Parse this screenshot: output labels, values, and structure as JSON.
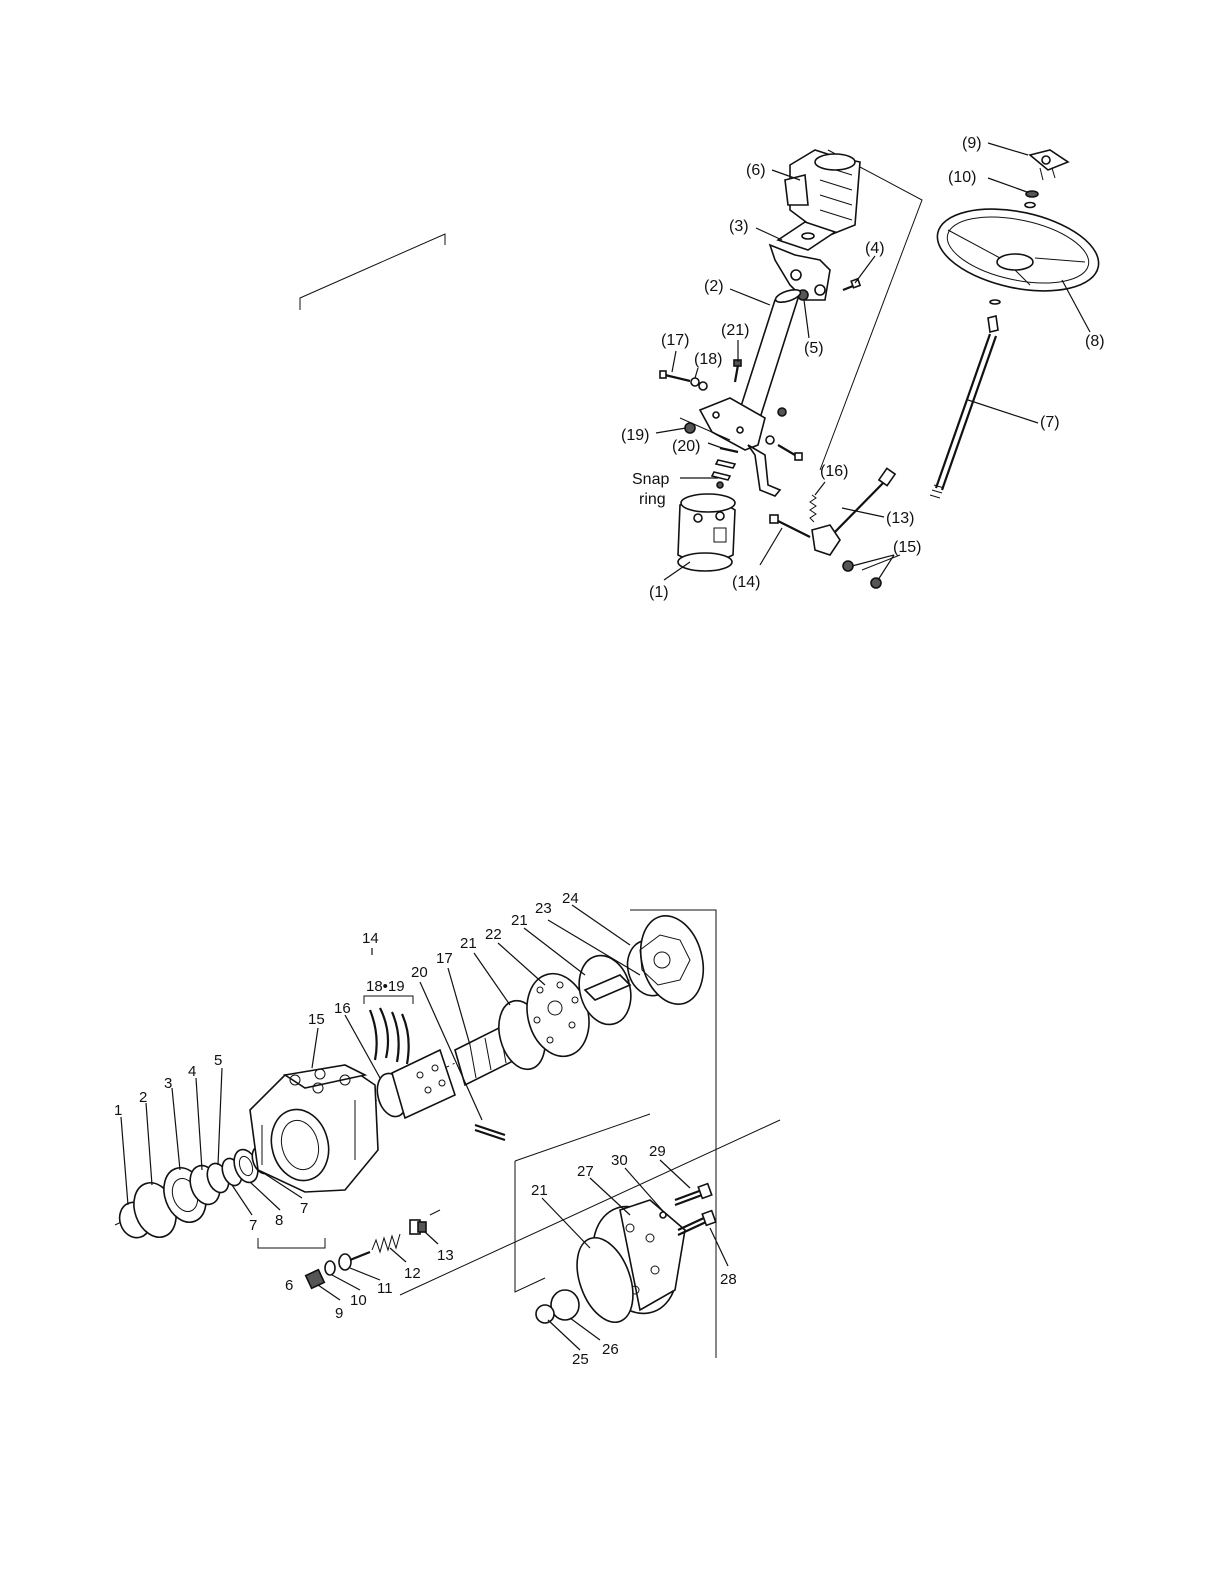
{
  "upper_diagram": {
    "labels": [
      "(9)",
      "(10)",
      "(6)",
      "(3)",
      "(4)",
      "(2)",
      "(5)",
      "(8)",
      "(17)",
      "(21)",
      "(18)",
      "(7)",
      "(19)",
      "(20)",
      "Snap",
      "ring",
      "(16)",
      "(13)",
      "(15)",
      "(1)",
      "(14)"
    ]
  },
  "lower_diagram": {
    "labels": [
      "14",
      "24",
      "23",
      "21",
      "22",
      "21",
      "17",
      "20",
      "18•19",
      "16",
      "15",
      "5",
      "4",
      "3",
      "2",
      "1",
      "7",
      "8",
      "7",
      "6",
      "9",
      "10",
      "11",
      "12",
      "13",
      "29",
      "30",
      "27",
      "21",
      "28",
      "26",
      "25"
    ]
  }
}
